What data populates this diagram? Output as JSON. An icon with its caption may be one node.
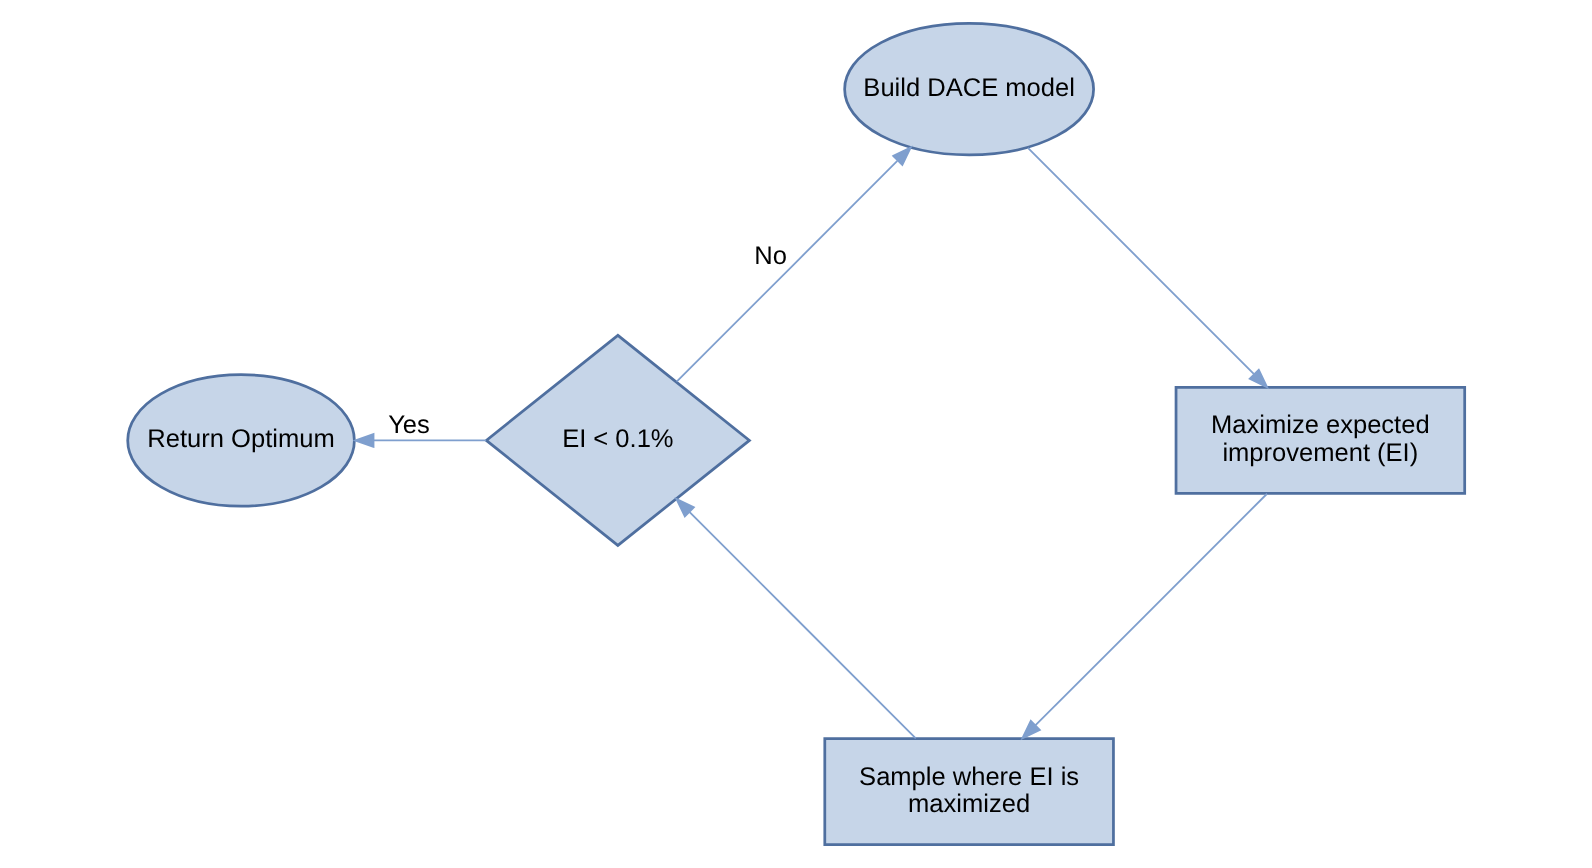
{
  "diagram": {
    "nodes": [
      {
        "text": [
          "Return Optimum"
        ]
      },
      {
        "text": [
          "Build DACE model"
        ]
      },
      {
        "text": [
          "Maximize expected improvement (EI)"
        ]
      },
      {
        "text": [
          "Sample where EI is maximized"
        ]
      },
      {
        "text": [
          "EI < 0.1%"
        ]
      }
    ],
    "edges": [
      {
        "from": 4,
        "to": 1,
        "arrow": "to",
        "label": "No"
      },
      {
        "from": 1,
        "to": 2,
        "arrow": "to"
      },
      {
        "from": 2,
        "to": 3,
        "arrow": "to"
      },
      {
        "from": 3,
        "to": 4,
        "arrow": "to"
      },
      {
        "from": 4,
        "to": 0,
        "arrow": "to",
        "label": "Yes"
      }
    ]
  }
}
